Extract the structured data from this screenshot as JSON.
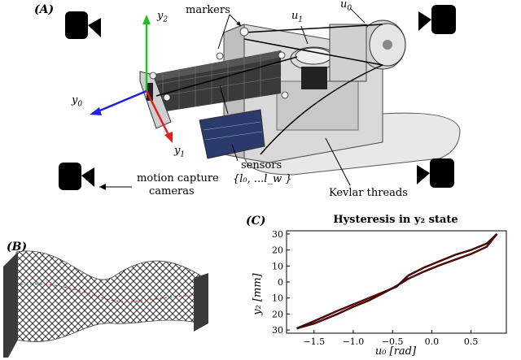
{
  "panels": {
    "a": "(A)",
    "b": "(B)",
    "c": "(C)"
  },
  "panelA": {
    "markers": "markers",
    "u1": "u",
    "u1_sub": "1",
    "u0": "u",
    "u0_sub": "0",
    "y2": "y",
    "y2_sub": "2",
    "y0": "y",
    "y0_sub": "0",
    "y1": "y",
    "y1_sub": "1",
    "sensors": "sensors",
    "sensors_set": "{l₀, ...l_w }",
    "mocap_line1": "motion capture",
    "mocap_line2": "cameras",
    "kevlar": "Kevlar threads"
  },
  "colors": {
    "axis_red": "#e02020",
    "axis_green": "#20c020",
    "axis_blue": "#2020e0",
    "curve": "#8b0000",
    "lattice": "#2a2a2a"
  },
  "chart_data": {
    "type": "line",
    "title": "Hysteresis in y₂ state",
    "xlabel": "u₀ [rad]",
    "ylabel": "y₂ [mm]",
    "xlim": [
      -1.85,
      0.95
    ],
    "ylim": [
      32,
      -32
    ],
    "x_ticks": [
      -1.5,
      -1.0,
      -0.5,
      0.0,
      0.5
    ],
    "x_tick_labels": [
      "−1.5",
      "−1.0",
      "−0.5",
      "0.0",
      "0.5"
    ],
    "y_ticks": [
      30,
      20,
      10,
      0,
      -10,
      -20,
      -30
    ],
    "y_tick_labels": [
      "30",
      "20",
      "10",
      "0",
      "10",
      "20",
      "30"
    ],
    "series": [
      {
        "x": [
          -1.72,
          -1.5,
          -1.2,
          -1.0,
          -0.8,
          -0.6,
          -0.45,
          -0.3,
          -0.1,
          0.1,
          0.3,
          0.5,
          0.7,
          0.83
        ],
        "y": [
          -29,
          -24.5,
          -18,
          -14,
          -10,
          -6,
          -3,
          4,
          9,
          13,
          17,
          20,
          24,
          30
        ]
      },
      {
        "x": [
          0.83,
          0.7,
          0.5,
          0.3,
          0.1,
          -0.1,
          -0.3,
          -0.45,
          -0.6,
          -0.8,
          -1.0,
          -1.2,
          -1.5,
          -1.72
        ],
        "y": [
          30,
          22,
          17.5,
          14,
          10.5,
          6.5,
          2,
          -2.5,
          -6.5,
          -11.5,
          -15.5,
          -20,
          -26,
          -29
        ]
      }
    ]
  }
}
